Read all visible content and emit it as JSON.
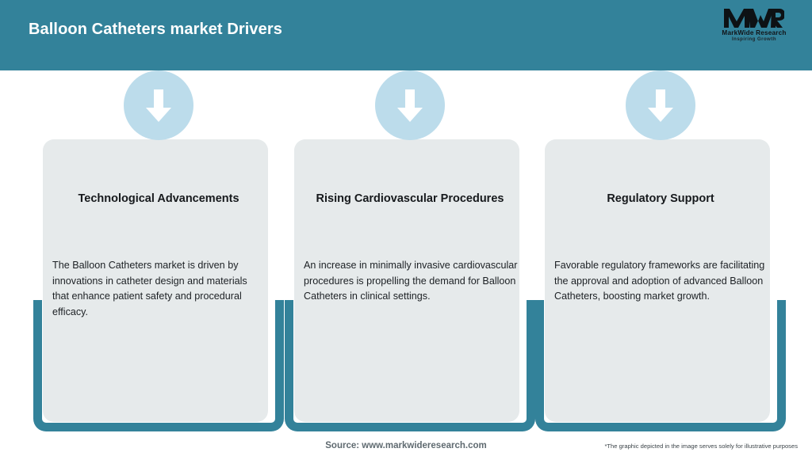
{
  "header": {
    "title": "Balloon Catheters market Drivers",
    "background_color": "#33829a",
    "title_color": "#ffffff"
  },
  "logo": {
    "mark": "MWR",
    "name": "MarkWide Research",
    "tagline": "Inspiring Growth"
  },
  "cards": [
    {
      "icon": "down-arrow-icon",
      "title": "Technological Advancements",
      "body": "The Balloon Catheters market is driven by innovations in catheter design and materials that enhance patient safety and procedural efficacy."
    },
    {
      "icon": "down-arrow-icon",
      "title": "Rising Cardiovascular Procedures",
      "body": "An increase in minimally invasive cardiovascular procedures is propelling the demand for Balloon Catheters in clinical settings."
    },
    {
      "icon": "down-arrow-icon",
      "title": "Regulatory Support",
      "body": "Favorable regulatory frameworks are facilitating the approval and adoption of advanced Balloon Catheters, boosting market growth."
    }
  ],
  "footer": {
    "source": "Source: www.markwideresearch.com",
    "disclaimer": "*The graphic depicted in the image serves solely for illustrative purposes"
  },
  "colors": {
    "teal": "#33829a",
    "panel": "#e6eaeb",
    "badge": "#bcdceb",
    "arrow": "#ffffff"
  }
}
